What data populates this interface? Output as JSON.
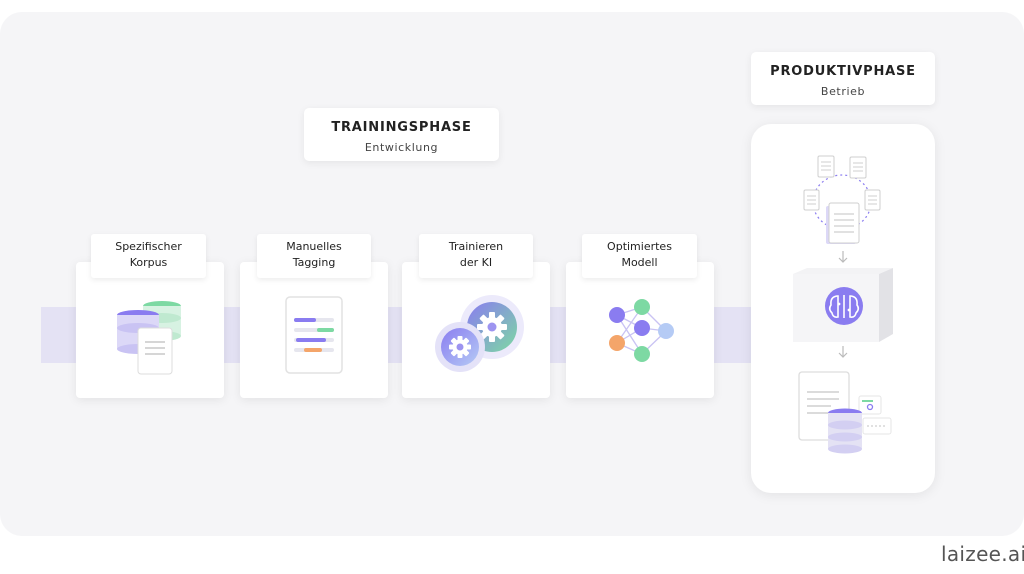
{
  "training": {
    "title": "TRAININGSPHASE",
    "subtitle": "Entwicklung"
  },
  "production": {
    "title": "PRODUKTIVPHASE",
    "subtitle": "Betrieb"
  },
  "steps": [
    {
      "line1": "Spezifischer",
      "line2": "Korpus"
    },
    {
      "line1": "Manuelles",
      "line2": "Tagging"
    },
    {
      "line1": "Trainieren",
      "line2": "der KI"
    },
    {
      "line1": "Optimiertes",
      "line2": "Modell"
    }
  ],
  "logo": "laizee.ai",
  "colors": {
    "purple": "#8a7cf0",
    "green": "#7dd9a3",
    "orange": "#f4a56a",
    "light_blue": "#b5cbf5",
    "band": "#e4e2f4"
  }
}
